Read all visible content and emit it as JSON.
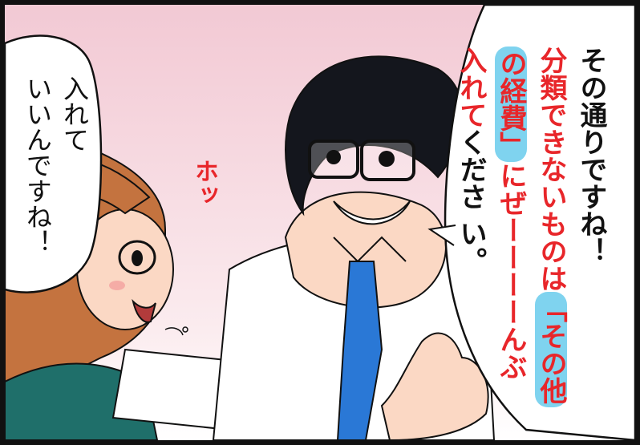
{
  "speech_right": {
    "col1": "その通りですね！",
    "col2_red1": "分類できないものは",
    "col2_red2": "「その他",
    "col3_red1": "の経費」",
    "col3_red2": "にぜーーーーんぶ",
    "col4_red": "入れて",
    "col4_black": "くださ い。"
  },
  "speech_left": {
    "col1": "入れて",
    "col2": "いいんですね！"
  },
  "sfx": "ホッ",
  "colors": {
    "background_top": "#f2c9d4",
    "emphasis_red": "#e8262a",
    "highlight_blue": "#7fd3ef",
    "tie_blue": "#2a78d6"
  }
}
